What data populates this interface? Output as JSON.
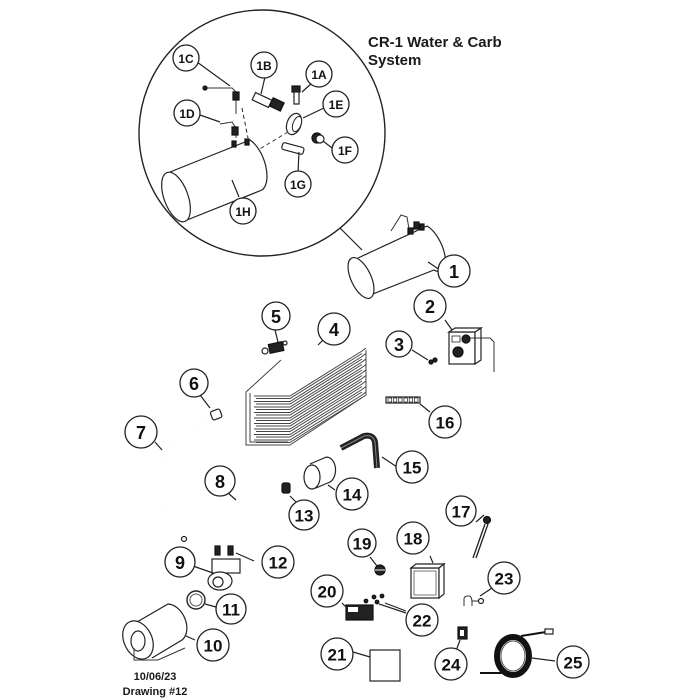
{
  "diagram": {
    "title_line1": "CR-1 Water & Carb",
    "title_line2": "System",
    "date": "10/06/23",
    "drawing": "Drawing #12",
    "detail_callouts": [
      "1A",
      "1B",
      "1C",
      "1D",
      "1E",
      "1F",
      "1G",
      "1H"
    ],
    "callouts": [
      "1",
      "2",
      "3",
      "4",
      "5",
      "6",
      "7",
      "8",
      "9",
      "10",
      "11",
      "12",
      "13",
      "14",
      "15",
      "16",
      "17",
      "18",
      "19",
      "20",
      "21",
      "22",
      "23",
      "24",
      "25"
    ]
  }
}
